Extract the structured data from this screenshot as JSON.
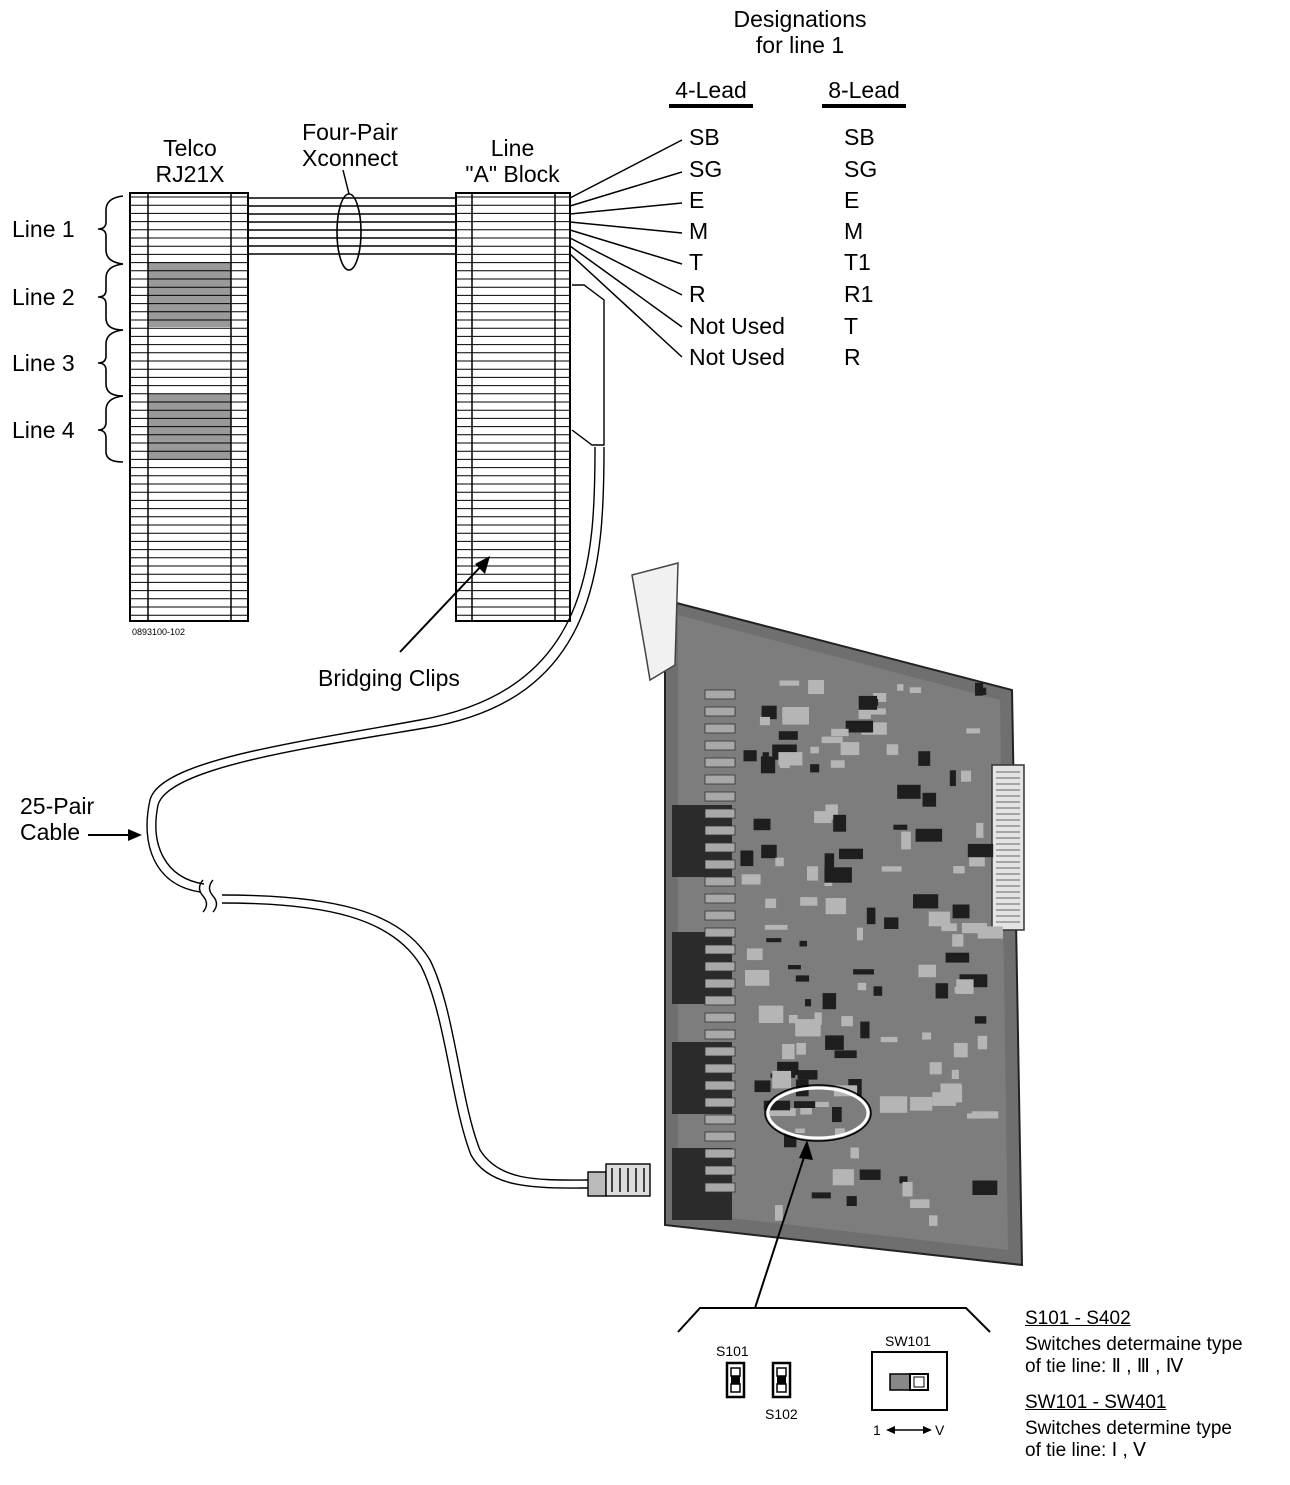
{
  "designations": {
    "title_line1": "Designations",
    "title_line2": "for line 1",
    "col4_header": "4-Lead",
    "col8_header": "8-Lead",
    "four_lead": [
      "SB",
      "SG",
      "E",
      "M",
      "T",
      "R",
      "Not Used",
      "Not Used"
    ],
    "eight_lead": [
      "SB",
      "SG",
      "E",
      "M",
      "T1",
      "R1",
      "T",
      "R"
    ]
  },
  "blocks": {
    "telco_line1": "Telco",
    "telco_line2": "RJ21X",
    "xconnect_line1": "Four-Pair",
    "xconnect_line2": "Xconnect",
    "lineblock_line1": "Line",
    "lineblock_line2": "\"A\" Block",
    "part_number": "0893100-102"
  },
  "lines": [
    "Line 1",
    "Line 2",
    "Line 3",
    "Line 4"
  ],
  "callouts": {
    "bridging_clips": "Bridging Clips",
    "cable_line1": "25-Pair",
    "cable_line2": "Cable"
  },
  "switches": {
    "s101": "S101",
    "s102": "S102",
    "sw101": "SW101",
    "sw_range_left": "1",
    "sw_range_right": "V"
  },
  "notes": {
    "note1_title": "S101 - S402",
    "note1_line1": "Switches determaine type",
    "note1_line2": "of tie line: Ⅱ , Ⅲ , Ⅳ",
    "note2_title": "SW101 - SW401",
    "note2_line1": "Switches determine type",
    "note2_line2": "of tie line: Ⅰ , Ⅴ"
  }
}
